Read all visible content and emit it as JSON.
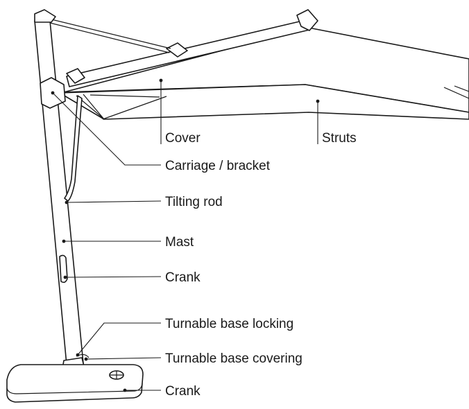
{
  "diagram": {
    "labels": {
      "cover": "Cover",
      "struts": "Struts",
      "carriage_bracket": "Carriage / bracket",
      "tilting_rod": "Tilting rod",
      "mast": "Mast",
      "crank_upper": "Crank",
      "turnable_base_locking": "Turnable base locking",
      "turnable_base_covering": "Turnable base covering",
      "crank_lower": "Crank"
    }
  }
}
